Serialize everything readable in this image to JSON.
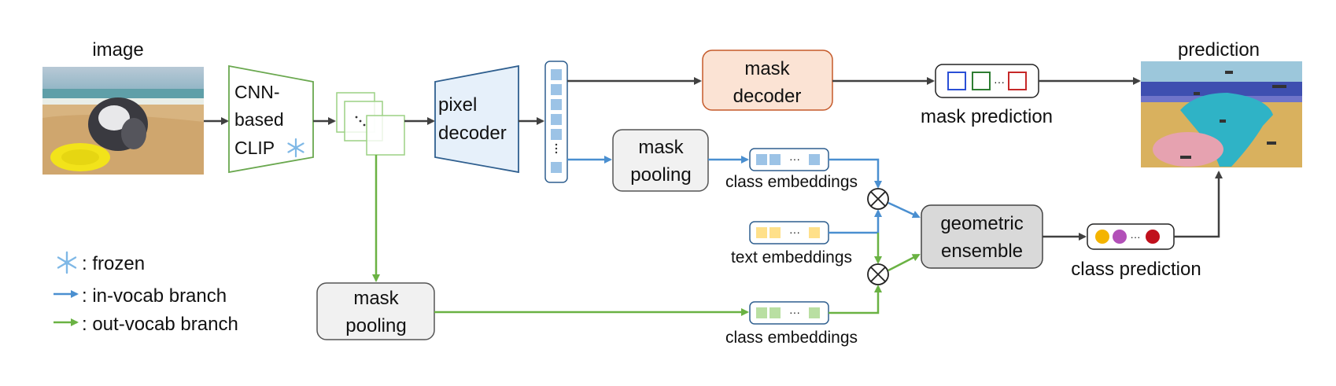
{
  "labels": {
    "image_title": "image",
    "prediction_title": "prediction",
    "clip_line1": "CNN-",
    "clip_line2": "based",
    "clip_line3": "CLIP",
    "pixel_decoder_line1": "pixel",
    "pixel_decoder_line2": "decoder",
    "mask_decoder_line1": "mask",
    "mask_decoder_line2": "decoder",
    "mask_prediction": "mask prediction",
    "mask_pooling_top_line1": "mask",
    "mask_pooling_top_line2": "pooling",
    "mask_pooling_bottom_line1": "mask",
    "mask_pooling_bottom_line2": "pooling",
    "class_embeddings_top": "class embeddings",
    "text_embeddings": "text embeddings",
    "class_embeddings_bottom": "class embeddings",
    "geometric_line1": "geometric",
    "geometric_line2": "ensemble",
    "class_prediction": "class prediction",
    "ellipsis": "···"
  },
  "legend": {
    "frozen": ": frozen",
    "in_vocab": ": in-vocab branch",
    "out_vocab": ": out-vocab branch"
  },
  "colors": {
    "in_vocab": "#4a8fd0",
    "out_vocab": "#6ab243",
    "neutral_arrow": "#404040",
    "clip_border": "#6aa84f",
    "pixel_decoder_fill": "#e6f0fa",
    "pixel_decoder_border": "#2f5f8f",
    "mask_decoder_fill": "#fbe3d4",
    "mask_decoder_border": "#c55a2a",
    "pooling_fill": "#f1f1f1",
    "geometric_fill": "#d9d9d9",
    "feature_blue": "#9cc3e6",
    "feature_yellow": "#ffe08a",
    "feature_green": "#b9dfa2",
    "mask_pred_colors": [
      "#2a4fd6",
      "#2e7d32",
      "#c62828"
    ],
    "class_pred_colors": [
      "#f4b400",
      "#b250b8",
      "#c0101c"
    ]
  },
  "icons": [
    "snowflake-icon",
    "arrow-icon",
    "otimes-icon"
  ]
}
